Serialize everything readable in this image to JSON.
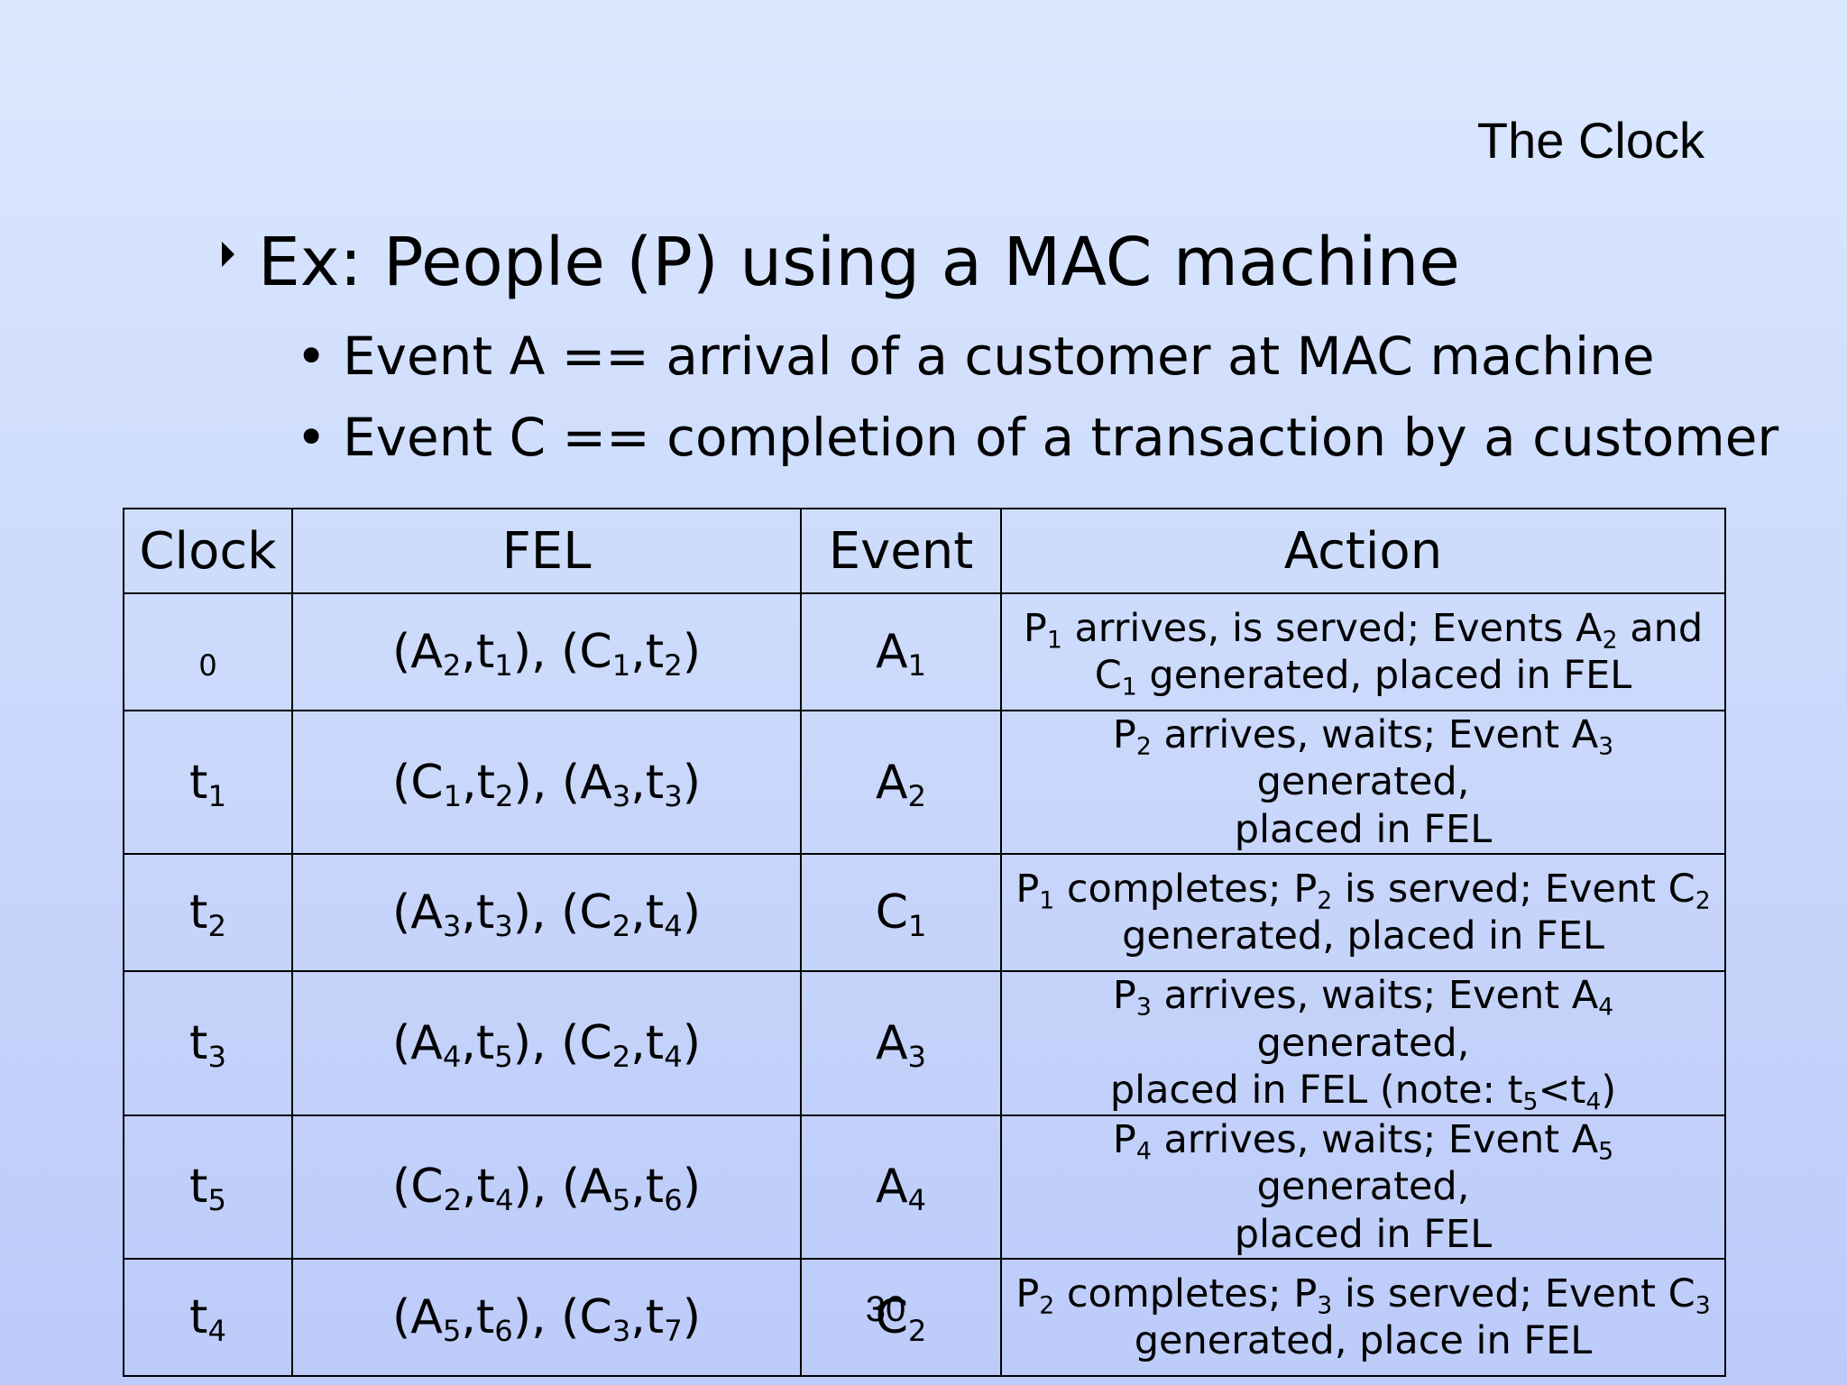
{
  "title": "The Clock",
  "main_bullet": "Ex: People (P) using a MAC machine",
  "sub_bullets": [
    "Event A == arrival of a customer at MAC machine",
    "Event C == completion of a transaction by a customer"
  ],
  "table": {
    "headers": [
      "Clock",
      "FEL",
      "Event",
      "Action"
    ],
    "rows": [
      {
        "clock": [
          "",
          "0"
        ],
        "fel": [
          [
            "(A",
            "2"
          ],
          [
            ",t",
            "1"
          ],
          [
            "), (C",
            "1"
          ],
          [
            ",t",
            "2"
          ],
          [
            ")",
            ""
          ]
        ],
        "event": [
          "A",
          "1"
        ],
        "action": [
          [
            [
              "P",
              "1"
            ],
            [
              " arrives, is served; Events A",
              "2"
            ],
            [
              " and",
              ""
            ]
          ],
          [
            [
              "C",
              "1"
            ],
            [
              " generated, placed in FEL",
              ""
            ]
          ]
        ]
      },
      {
        "clock": [
          "t",
          "1"
        ],
        "fel": [
          [
            "(C",
            "1"
          ],
          [
            ",t",
            "2"
          ],
          [
            "), (A",
            "3"
          ],
          [
            ",t",
            "3"
          ],
          [
            ")",
            ""
          ]
        ],
        "event": [
          "A",
          "2"
        ],
        "action": [
          [
            [
              "P",
              "2"
            ],
            [
              " arrives, waits; Event A",
              "3"
            ],
            [
              " generated,",
              ""
            ]
          ],
          [
            [
              "placed in FEL",
              ""
            ]
          ]
        ]
      },
      {
        "clock": [
          "t",
          "2"
        ],
        "fel": [
          [
            "(A",
            "3"
          ],
          [
            ",t",
            "3"
          ],
          [
            "), (C",
            "2"
          ],
          [
            ",t",
            "4"
          ],
          [
            ")",
            ""
          ]
        ],
        "event": [
          "C",
          "1"
        ],
        "action": [
          [
            [
              "P",
              "1"
            ],
            [
              " completes; P",
              "2"
            ],
            [
              " is served; Event C",
              "2"
            ]
          ],
          [
            [
              "generated, placed in FEL",
              ""
            ]
          ]
        ]
      },
      {
        "clock": [
          "t",
          "3"
        ],
        "fel": [
          [
            "(A",
            "4"
          ],
          [
            ",t",
            "5"
          ],
          [
            "), (C",
            "2"
          ],
          [
            ",t",
            "4"
          ],
          [
            ")",
            ""
          ]
        ],
        "event": [
          "A",
          "3"
        ],
        "action": [
          [
            [
              "P",
              "3"
            ],
            [
              " arrives, waits; Event A",
              "4"
            ],
            [
              " generated,",
              ""
            ]
          ],
          [
            [
              "placed in FEL (note: t",
              "5"
            ],
            [
              "<t",
              "4"
            ],
            [
              ")",
              ""
            ]
          ]
        ]
      },
      {
        "clock": [
          "t",
          "5"
        ],
        "fel": [
          [
            "(C",
            "2"
          ],
          [
            ",t",
            "4"
          ],
          [
            "), (A",
            "5"
          ],
          [
            ",t",
            "6"
          ],
          [
            ")",
            ""
          ]
        ],
        "event": [
          "A",
          "4"
        ],
        "action": [
          [
            [
              "P",
              "4"
            ],
            [
              " arrives, waits; Event A",
              "5"
            ],
            [
              " generated,",
              ""
            ]
          ],
          [
            [
              "placed in FEL",
              ""
            ]
          ]
        ]
      },
      {
        "clock": [
          "t",
          "4"
        ],
        "fel": [
          [
            "(A",
            "5"
          ],
          [
            ",t",
            "6"
          ],
          [
            "), (C",
            "3"
          ],
          [
            ",t",
            "7"
          ],
          [
            ")",
            ""
          ]
        ],
        "event": [
          "C",
          "2"
        ],
        "action": [
          [
            [
              "P",
              "2"
            ],
            [
              " completes; P",
              "3"
            ],
            [
              " is served; Event C",
              "3"
            ]
          ],
          [
            [
              "generated, place in FEL",
              ""
            ]
          ]
        ]
      }
    ]
  },
  "page_number": "30"
}
